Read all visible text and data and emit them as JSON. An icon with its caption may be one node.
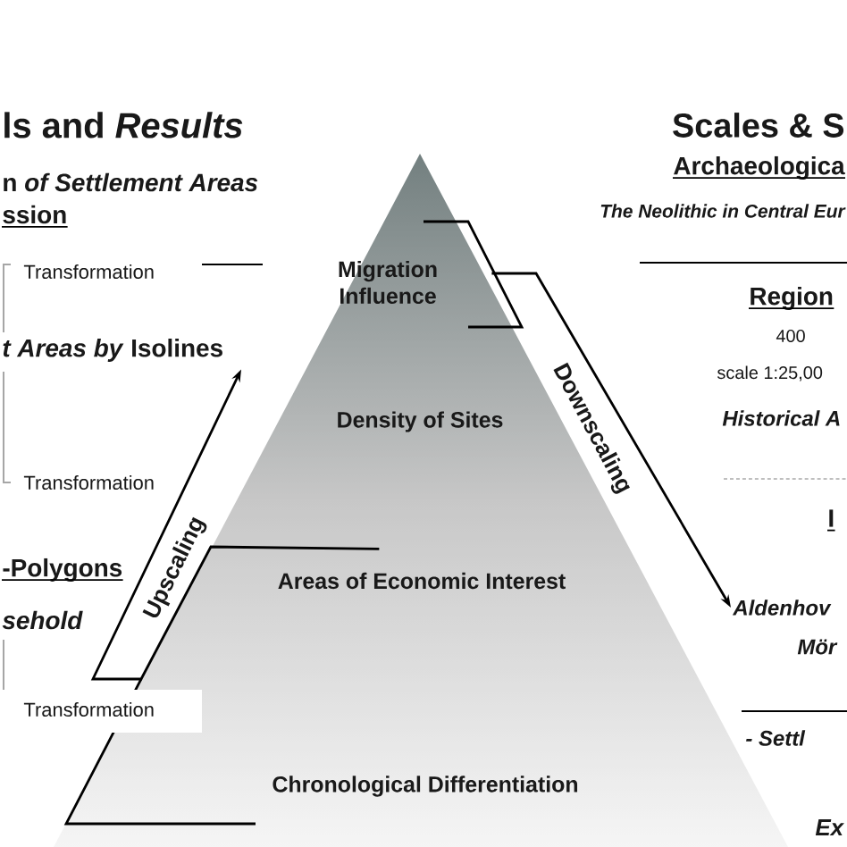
{
  "diagram": {
    "nodes": [
      {
        "text": [
          "Migration Influence"
        ]
      },
      {
        "text": [
          "Density of Sites"
        ]
      },
      {
        "text": [
          "Areas of Economic Interest"
        ]
      },
      {
        "text": [
          "Chronological Differentiation"
        ]
      },
      {
        "text": [
          "*t Areas by* Isolines"
        ]
      },
      {
        "text": [
          "Aldenhov"
        ]
      }
    ],
    "edges": [
      {
        "from": 2,
        "to": 4,
        "arrow": "to",
        "label": "Upscaling"
      },
      {
        "from": 0,
        "to": 5,
        "arrow": "to",
        "label": "Downscaling"
      }
    ],
    "labels": [
      "ls and *Results*",
      "n *of Settlement Areas*",
      "ssion",
      "Transformation",
      "Transformation",
      "-Polygons",
      "sehold",
      "Transformation",
      "Scales & S",
      "Archaeologica",
      "The Neolithic in Central Eur",
      "Region",
      "400",
      "scale 1:25,00",
      "Historical A",
      "I",
      "Mör",
      "- Settl",
      "Ex"
    ]
  }
}
